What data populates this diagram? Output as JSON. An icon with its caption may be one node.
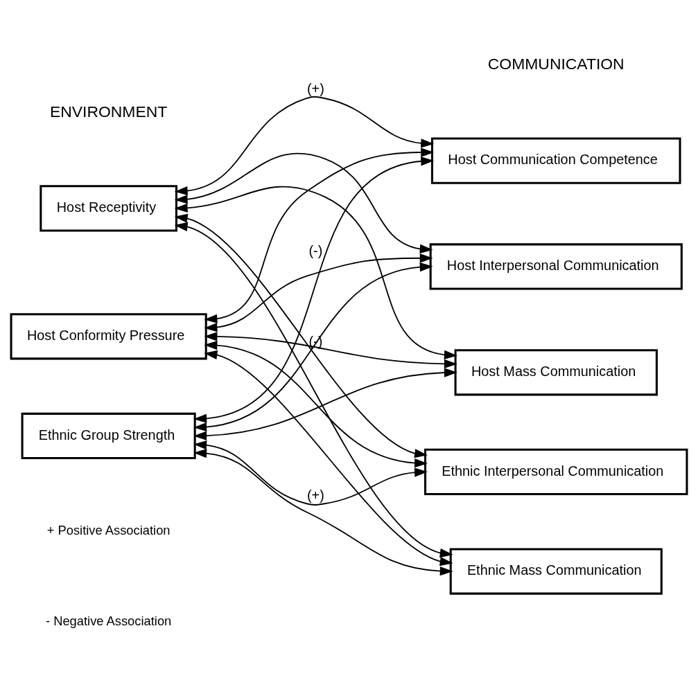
{
  "diagram": {
    "nodes": [
      {
        "text": [
          "Host Receptivity"
        ]
      },
      {
        "text": [
          "Host Conformity Pressure"
        ]
      },
      {
        "text": [
          "Ethnic Group Strength"
        ]
      },
      {
        "text": [
          "Host Communication Competence"
        ]
      },
      {
        "text": [
          "Host Interpersonal Communication"
        ]
      },
      {
        "text": [
          "Host Mass Communication"
        ]
      },
      {
        "text": [
          "Ethnic Interpersonal Communication"
        ]
      },
      {
        "text": [
          "Ethnic Mass Communication"
        ]
      }
    ],
    "edges": [
      {
        "from": 0,
        "to": 3,
        "arrow": "both",
        "label": "(+)"
      },
      {
        "from": 0,
        "to": 4,
        "arrow": "both"
      },
      {
        "from": 0,
        "to": 5,
        "arrow": "both"
      },
      {
        "from": 1,
        "to": 3,
        "arrow": "both"
      },
      {
        "from": 1,
        "to": 4,
        "arrow": "both"
      },
      {
        "from": 1,
        "to": 5,
        "arrow": "both"
      },
      {
        "from": 0,
        "to": 6,
        "arrow": "both",
        "label": "(-)"
      },
      {
        "from": 0,
        "to": 7,
        "arrow": "both"
      },
      {
        "from": 1,
        "to": 6,
        "arrow": "both"
      },
      {
        "from": 1,
        "to": 7,
        "arrow": "both"
      },
      {
        "from": 2,
        "to": 3,
        "arrow": "both",
        "label": "(-)"
      },
      {
        "from": 2,
        "to": 4,
        "arrow": "both"
      },
      {
        "from": 2,
        "to": 5,
        "arrow": "both"
      },
      {
        "from": 2,
        "to": 6,
        "arrow": "both",
        "label": "(+)"
      },
      {
        "from": 2,
        "to": 7,
        "arrow": "both"
      }
    ],
    "labels": [
      "ENVIRONMENT",
      "COMMUNICATION",
      "+ Positive Association",
      "- Negative Association"
    ]
  }
}
